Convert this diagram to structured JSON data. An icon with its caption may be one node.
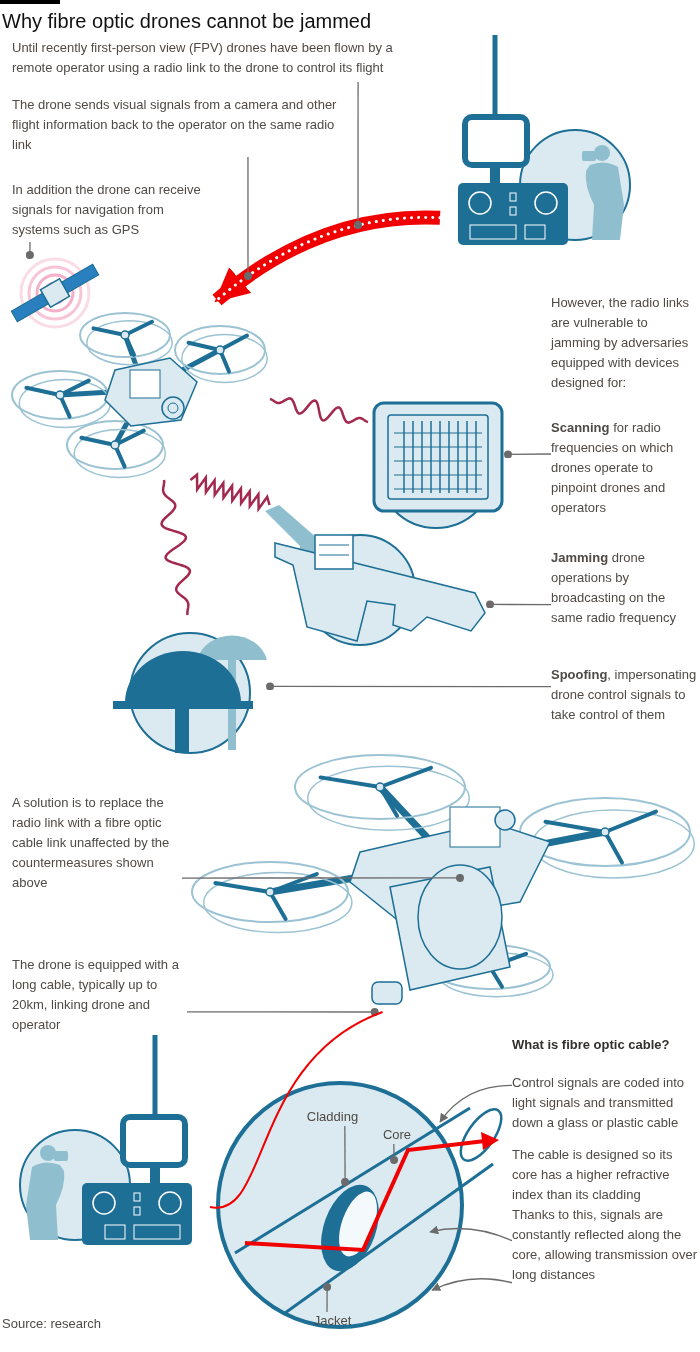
{
  "diagram": {
    "title": "Why fibre optic drones cannot be jammed",
    "nodes": [
      {
        "text": [
          "Until recently first-person view (FPV) drones have been flown by a remote operator using a radio link to the drone to control its flight"
        ]
      },
      {
        "text": [
          "The drone sends visual signals from a camera and other flight information back to the operator on the same radio link"
        ]
      },
      {
        "text": [
          "In addition the drone can receive signals for navigation from systems such as GPS"
        ]
      },
      {
        "text": [],
        "shape": "picture"
      },
      {
        "text": [],
        "shape": "picture"
      },
      {
        "text": [],
        "shape": "picture"
      },
      {
        "text": [
          "**Scanning** for radio frequencies on which drones operate to pinpoint drones and operators"
        ]
      },
      {
        "text": [],
        "shape": "picture"
      },
      {
        "text": [
          "**Jamming** drone operations by broadcasting on the same radio frequency"
        ]
      },
      {
        "text": [],
        "shape": "picture"
      },
      {
        "text": [
          "**Spoofing**, impersonating drone control signals to take control of them"
        ]
      },
      {
        "text": [],
        "shape": "picture"
      },
      {
        "text": [
          "A solution is to replace the radio link with a fibre optic cable link unaffected by the countermeasures shown above"
        ]
      },
      {
        "text": [],
        "shape": "picture"
      },
      {
        "text": [
          "The drone is equipped with a long cable, typically up to 20km, linking drone and operator"
        ]
      },
      {
        "text": [],
        "shape": "picture"
      },
      {
        "text": [],
        "shape": "picture"
      },
      {
        "text": [
          "Cladding"
        ],
        "in": 16
      },
      {
        "text": [
          "Core"
        ],
        "in": 16
      },
      {
        "text": [
          "Jacket"
        ],
        "in": 16
      },
      {
        "text": [
          "Control signals are coded into light signals and transmitted down a glass or plastic cable"
        ]
      },
      {
        "text": [
          "The cable is designed so its core has a higher refractive index than its cladding",
          "Thanks to this, signals are constantly reflected along the core, allowing transmission over long distances"
        ]
      }
    ],
    "edges": [
      {
        "from": 3,
        "to": 5,
        "arrow": "to",
        "style": "thick",
        "color": "#f00000"
      },
      {
        "from": 0,
        "to": null,
        "arrow": "other"
      },
      {
        "from": 1,
        "to": null,
        "arrow": "other"
      },
      {
        "from": 2,
        "to": 4,
        "arrow": "other"
      },
      {
        "from": 6,
        "to": 7,
        "arrow": "other"
      },
      {
        "from": 8,
        "to": 9,
        "arrow": "other"
      },
      {
        "from": 10,
        "to": 11,
        "arrow": "other"
      },
      {
        "from": 12,
        "to": 13,
        "arrow": "other"
      },
      {
        "from": 14,
        "to": 13,
        "arrow": "other"
      },
      {
        "from": 13,
        "to": 15,
        "arrow": "none",
        "color": "#f00000"
      },
      {
        "from": 20,
        "to": 16,
        "arrow": "to"
      },
      {
        "from": 21,
        "to": 16,
        "arrow": "to"
      },
      {
        "from": 21,
        "to": 16,
        "arrow": "to"
      },
      {
        "from": 17,
        "to": 16,
        "arrow": "other"
      },
      {
        "from": 18,
        "to": 16,
        "arrow": "other"
      },
      {
        "from": 19,
        "to": 16,
        "arrow": "other"
      },
      {
        "from": 5,
        "to": 7,
        "arrow": "none",
        "color": "#a3294f"
      },
      {
        "from": 9,
        "to": 5,
        "arrow": "none",
        "color": "#a3294f"
      },
      {
        "from": 11,
        "to": 5,
        "arrow": "none",
        "color": "#a3294f"
      }
    ],
    "labels": [
      "However, the radio links are vulnerable to jamming by adversaries equipped with devices designed for:",
      "What is fibre optic cable?",
      "Source: research"
    ]
  }
}
